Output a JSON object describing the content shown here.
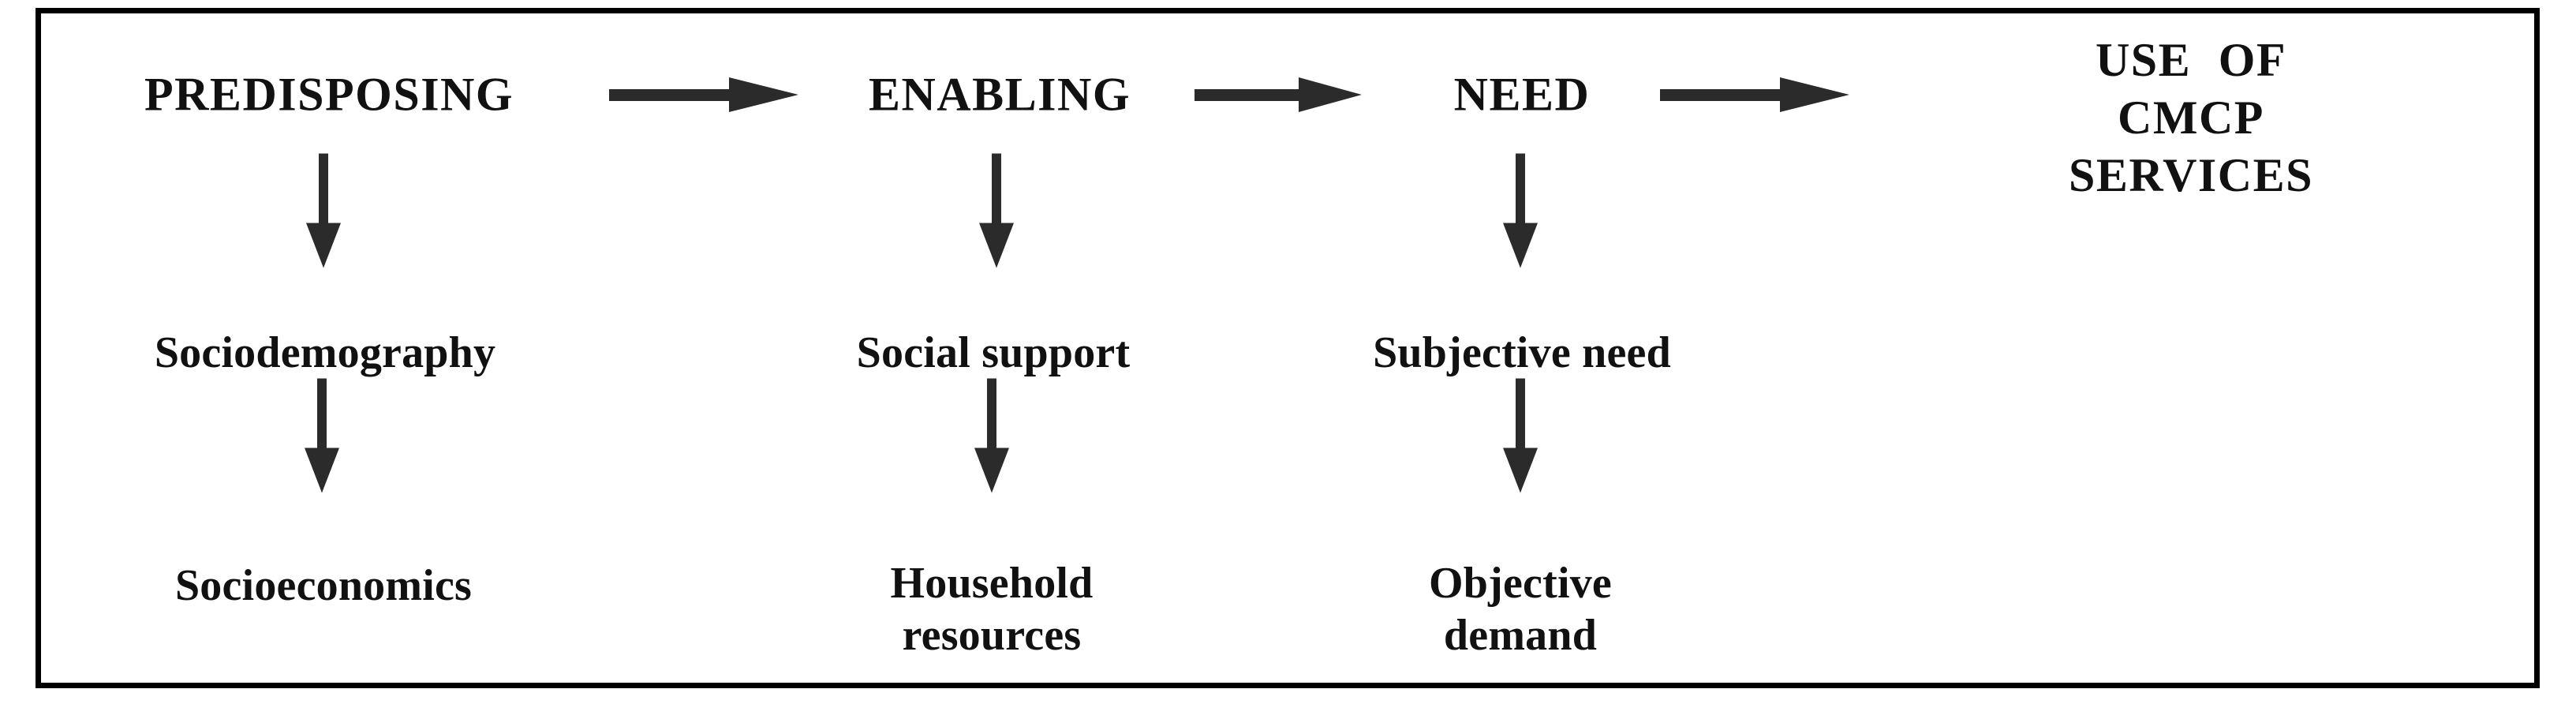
{
  "diagram": {
    "title_text": "",
    "frame": {
      "border_color": "#000000",
      "background": "#ffffff"
    },
    "text_color": "#111111",
    "arrow_color": "#2b2b2b",
    "columns": [
      {
        "id": "predisposing",
        "stage_label": "PREDISPOSING",
        "sub_labels": [
          "Sociodemography",
          "Socioeconomics"
        ]
      },
      {
        "id": "enabling",
        "stage_label": "ENABLING",
        "sub_labels": [
          "Social support",
          "Household\nresources"
        ]
      },
      {
        "id": "need",
        "stage_label": "NEED",
        "sub_labels": [
          "Subjective need",
          "Objective\ndemand"
        ]
      },
      {
        "id": "outcome",
        "stage_label": "USE  OF  CMCP\nSERVICES",
        "sub_labels": []
      }
    ],
    "flow_arrows": [
      {
        "id": "predisposing-to-enabling",
        "direction": "right"
      },
      {
        "id": "enabling-to-need",
        "direction": "right"
      },
      {
        "id": "need-to-use",
        "direction": "right"
      }
    ],
    "branch_arrows": [
      {
        "id": "predisposing-to-sociodemography",
        "direction": "down"
      },
      {
        "id": "sociodemography-to-socioeconomics",
        "direction": "down"
      },
      {
        "id": "enabling-to-social-support",
        "direction": "down"
      },
      {
        "id": "social-support-to-household-resources",
        "direction": "down"
      },
      {
        "id": "need-to-subjective-need",
        "direction": "down"
      },
      {
        "id": "subjective-need-to-objective-demand",
        "direction": "down"
      }
    ]
  }
}
